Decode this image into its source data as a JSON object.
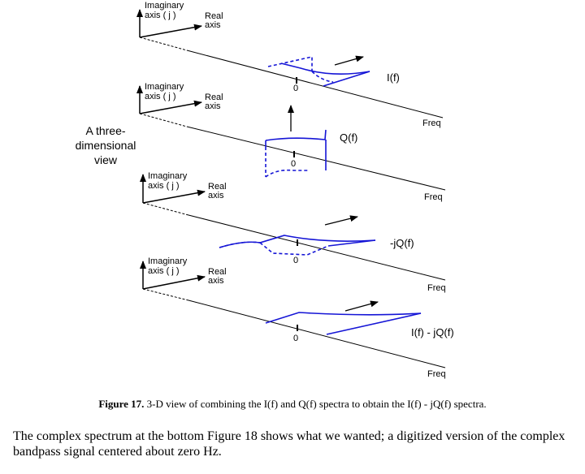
{
  "figure": {
    "panels": [
      {
        "imag_label_1": "Imaginary",
        "imag_label_2": "axis ( j )",
        "real_label_1": "Real",
        "real_label_2": "axis",
        "freq_label": "Freq",
        "zero_label": "0",
        "signal_label": "I(f)"
      },
      {
        "imag_label_1": "Imaginary",
        "imag_label_2": "axis ( j )",
        "real_label_1": "Real",
        "real_label_2": "axis",
        "freq_label": "Freq",
        "zero_label": "0",
        "signal_label": "Q(f)"
      },
      {
        "imag_label_1": "Imaginary",
        "imag_label_2": "axis ( j )",
        "real_label_1": "Real",
        "real_label_2": "axis",
        "freq_label": "Freq",
        "zero_label": "0",
        "signal_label": "-jQ(f)"
      },
      {
        "imag_label_1": "Imaginary",
        "imag_label_2": "axis ( j )",
        "real_label_1": "Real",
        "real_label_2": "axis",
        "freq_label": "Freq",
        "zero_label": "0",
        "signal_label": "I(f) - jQ(f)"
      }
    ],
    "side_label": [
      "A three-",
      "dimensional",
      "view"
    ],
    "curve_color": "#1515d6"
  },
  "caption": {
    "number": "Figure 17.",
    "text": "3-D view of combining the I(f) and Q(f) spectra to obtain the I(f) - jQ(f) spectra."
  },
  "body_text": "The complex spectrum at the bottom Figure 18 shows what we wanted; a digitized version of the complex bandpass signal centered about zero Hz."
}
